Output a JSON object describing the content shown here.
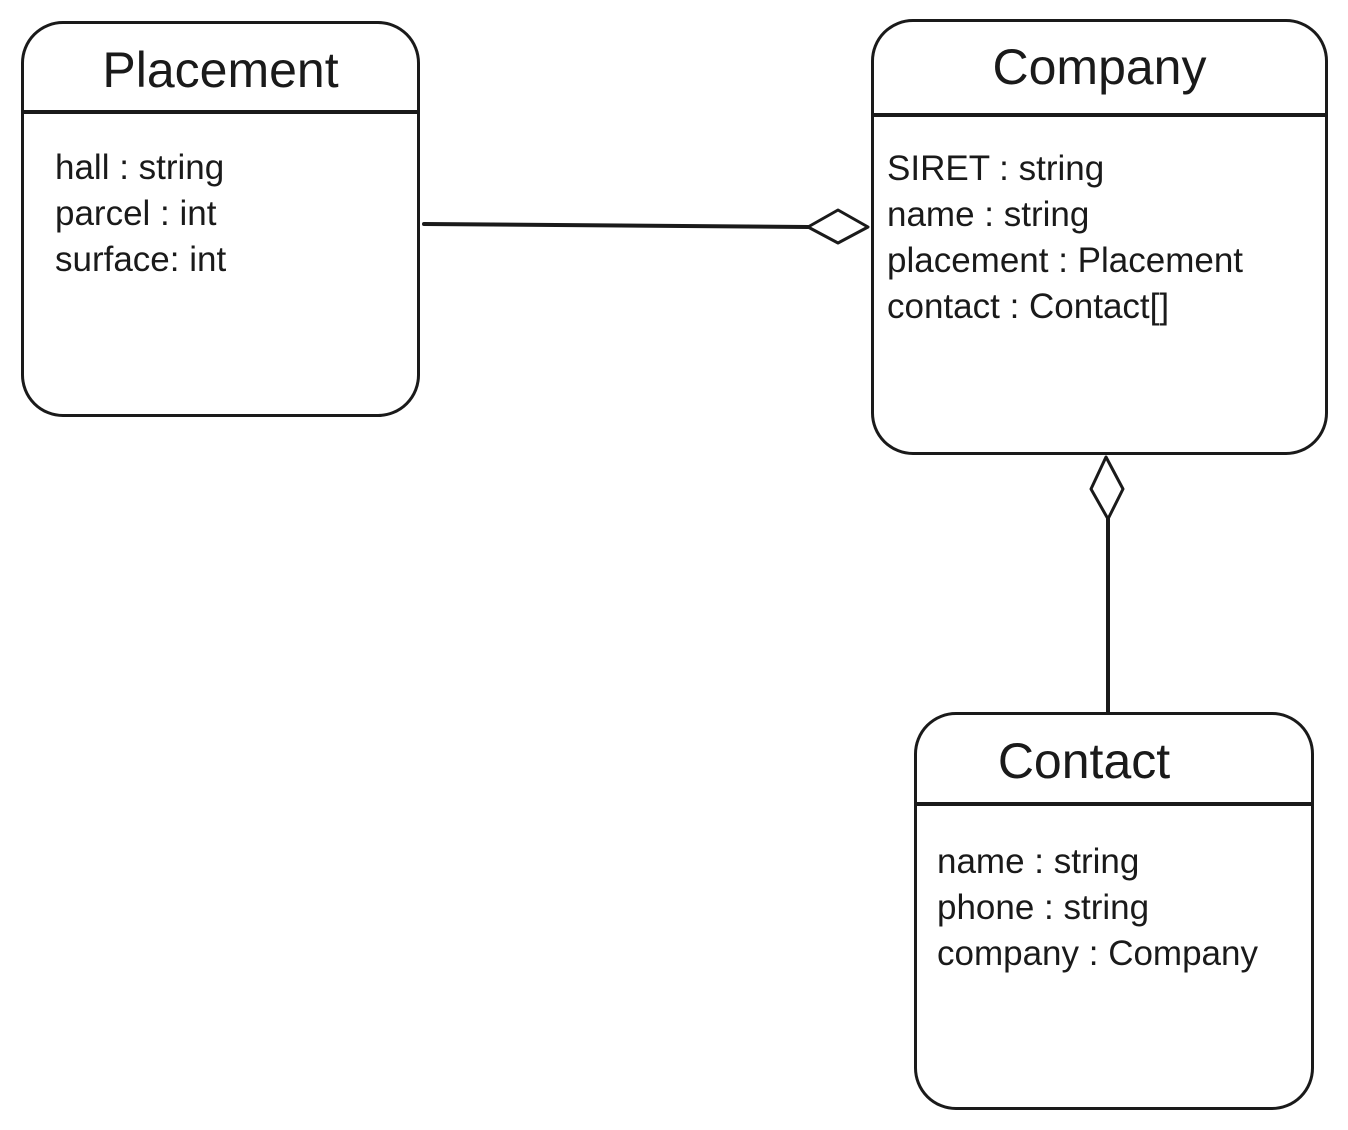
{
  "diagram": {
    "classes": {
      "placement": {
        "name": "Placement",
        "attributes": [
          "hall : string",
          "parcel : int",
          "surface: int"
        ]
      },
      "company": {
        "name": "Company",
        "attributes": [
          "SIRET : string",
          "name : string",
          "placement : Placement",
          "contact : Contact[]"
        ]
      },
      "contact": {
        "name": "Contact",
        "attributes": [
          "name : string",
          "phone : string",
          "company : Company"
        ]
      }
    },
    "relationships": [
      {
        "type": "aggregation",
        "whole": "Company",
        "part": "Placement"
      },
      {
        "type": "aggregation",
        "whole": "Company",
        "part": "Contact"
      }
    ]
  },
  "style": {
    "stroke_color": "#1a1a1a",
    "background_color": "#ffffff"
  }
}
